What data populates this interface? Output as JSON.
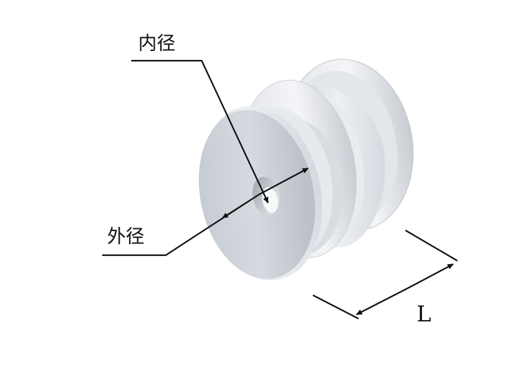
{
  "labels": {
    "inner_diameter": "内径",
    "outer_diameter": "外径",
    "length": "L"
  }
}
